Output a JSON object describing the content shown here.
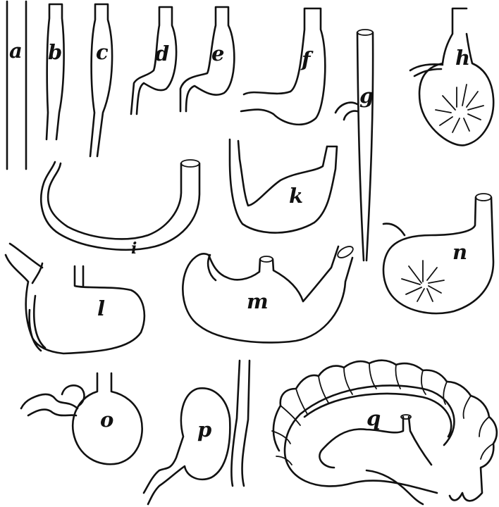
{
  "figure": {
    "colors": {
      "ink": "#111111",
      "paper": "#ffffff"
    },
    "panels": [
      {
        "id": "a",
        "label": "a"
      },
      {
        "id": "b",
        "label": "b"
      },
      {
        "id": "c",
        "label": "c"
      },
      {
        "id": "d",
        "label": "d"
      },
      {
        "id": "e",
        "label": "e"
      },
      {
        "id": "f",
        "label": "f"
      },
      {
        "id": "g",
        "label": "g"
      },
      {
        "id": "h",
        "label": "h"
      },
      {
        "id": "i",
        "label": "i"
      },
      {
        "id": "k",
        "label": "k"
      },
      {
        "id": "l",
        "label": "l"
      },
      {
        "id": "m",
        "label": "m"
      },
      {
        "id": "n",
        "label": "n"
      },
      {
        "id": "o",
        "label": "o"
      },
      {
        "id": "p",
        "label": "p"
      },
      {
        "id": "q",
        "label": "q"
      }
    ]
  }
}
